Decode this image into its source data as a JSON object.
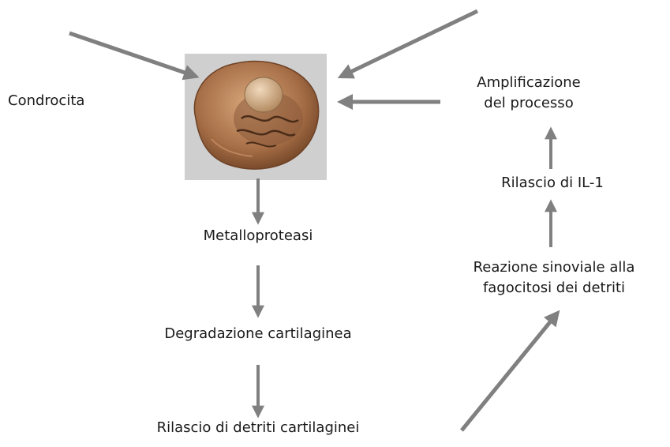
{
  "labels": {
    "condrocita": "Condrocita",
    "amplificazione_line1": "Amplificazione",
    "amplificazione_line2": "del processo",
    "rilascio_il1": "Rilascio di IL-1",
    "metalloproteasi": "Metalloproteasi",
    "reazione_line1": "Reazione sinoviale alla",
    "reazione_line2": "fagocitosi dei detriti",
    "degradazione": "Degradazione cartilaginea",
    "rilascio_detriti": "Rilascio di detriti cartilaginei"
  },
  "colors": {
    "arrow": "#808080",
    "cell_background": "#cfcfcf",
    "cell_body": "#b07a52",
    "nucleus": "#c9a57d",
    "text": "#1a1a1a"
  }
}
